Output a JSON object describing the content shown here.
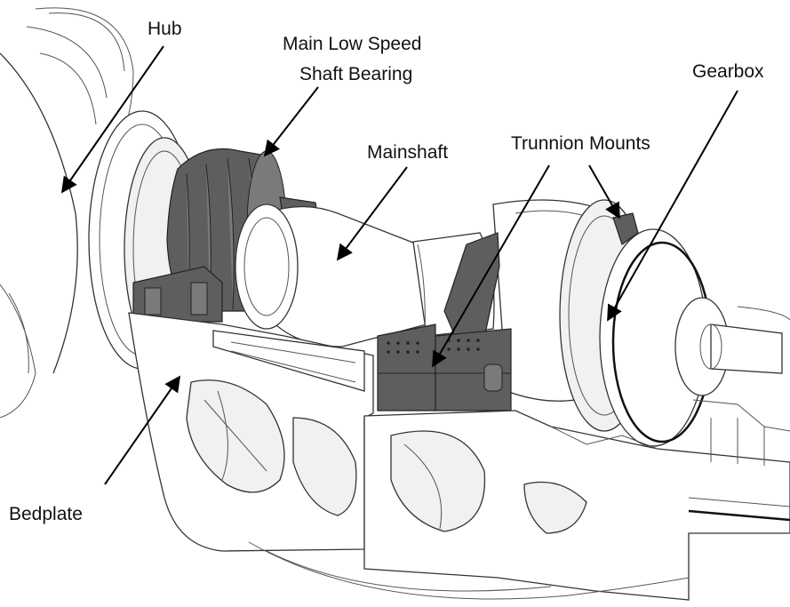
{
  "labels": {
    "hub": "Hub",
    "bearing_line1": "Main Low Speed",
    "bearing_line2": "Shaft Bearing",
    "mainshaft": "Mainshaft",
    "trunnion": "Trunnion Mounts",
    "gearbox": "Gearbox",
    "bedplate": "Bedplate"
  }
}
